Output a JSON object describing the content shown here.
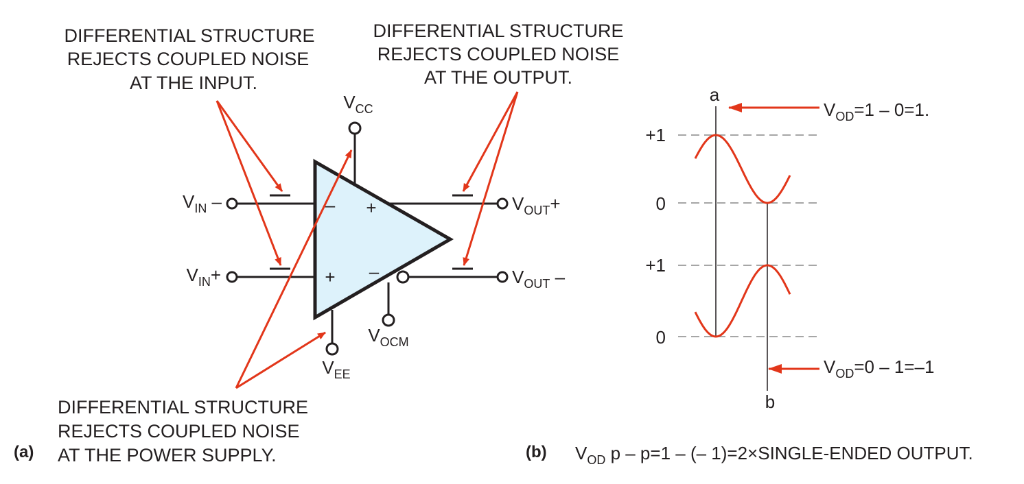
{
  "colors": {
    "ink": "#231f20",
    "arrow": "#e2361a",
    "wave": "#e2361a",
    "amp_fill": "#ddf2fb",
    "grid": "#888888"
  },
  "panel_a": {
    "label": "(a)",
    "callout_input": [
      "DIFFERENTIAL STRUCTURE",
      "REJECTS COUPLED NOISE",
      "AT THE INPUT."
    ],
    "callout_output": [
      "DIFFERENTIAL STRUCTURE",
      "REJECTS COUPLED NOISE",
      "AT THE OUTPUT."
    ],
    "callout_power": [
      "DIFFERENTIAL STRUCTURE",
      "REJECTS COUPLED NOISE",
      "AT THE POWER SUPPLY."
    ],
    "pins": {
      "vcc": {
        "main": "V",
        "sub": "CC",
        "suffix": ""
      },
      "vee": {
        "main": "V",
        "sub": "EE",
        "suffix": ""
      },
      "vocm": {
        "main": "V",
        "sub": "OCM",
        "suffix": ""
      },
      "vin_minus": {
        "main": "V",
        "sub": "IN",
        "suffix": " –"
      },
      "vin_plus": {
        "main": "V",
        "sub": "IN",
        "suffix": "+"
      },
      "vout_plus": {
        "main": "V",
        "sub": "OUT",
        "suffix": "+"
      },
      "vout_minus": {
        "main": "V",
        "sub": "OUT",
        "suffix": " –"
      }
    },
    "signs": {
      "in_top": "–",
      "in_bottom": "+",
      "out_top": "+",
      "out_bottom": "–"
    }
  },
  "panel_b": {
    "label": "(b)",
    "marker_a": "a",
    "marker_b": "b",
    "levels_top": [
      "+1",
      "0"
    ],
    "levels_bottom": [
      "+1",
      "0"
    ],
    "vod_a": {
      "main": "V",
      "sub": "OD",
      "rest": "=1 – 0=1."
    },
    "vod_b": {
      "main": "V",
      "sub": "OD",
      "rest": "=0 – 1=–1"
    },
    "caption": {
      "main": "V",
      "sub": "OD",
      "rest": " p – p=1 – (– 1)=2×SINGLE-ENDED OUTPUT."
    }
  }
}
